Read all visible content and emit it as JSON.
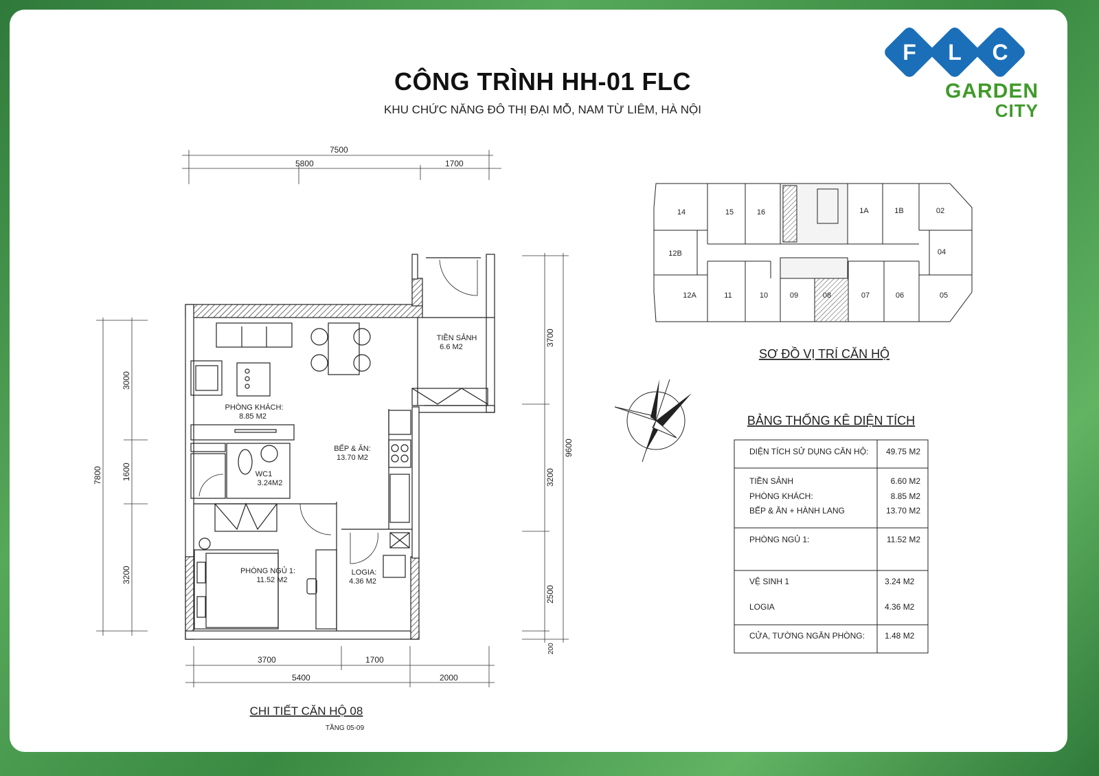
{
  "header": {
    "title": "CÔNG TRÌNH HH-01 FLC",
    "subtitle": "KHU CHỨC NĂNG ĐÔ THỊ ĐẠI MỖ, NAM TỪ LIÊM, HÀ NỘI"
  },
  "logo": {
    "letters": [
      "F",
      "L",
      "C"
    ],
    "line1": "GARDEN",
    "line2": "CITY",
    "blue": "#1b6fb8",
    "green": "#3f9a2a"
  },
  "plan": {
    "title": "CHI TIẾT CĂN HỘ 08",
    "floor": "TẦNG 05-09",
    "dims_top": {
      "total": "7500",
      "a": "5800",
      "b": "1700"
    },
    "dims_bottom": {
      "a": "3700",
      "b": "1700",
      "c": "5400",
      "d": "2000"
    },
    "dims_left": {
      "total": "7800",
      "a": "3000",
      "b": "1600",
      "c": "3200"
    },
    "dims_right": {
      "total": "9600",
      "a": "3700",
      "b": "3200",
      "c": "2500",
      "d": "200"
    },
    "rooms": [
      {
        "name": "TIỀN SẢNH",
        "area": "6.6 M2"
      },
      {
        "name": "PHÒNG KHÁCH:",
        "area": "8.85 M2"
      },
      {
        "name": "BẾP & ĂN:",
        "area": "13.70 M2"
      },
      {
        "name": "WC1",
        "area": "3.24M2"
      },
      {
        "name": "PHÒNG NGỦ 1:",
        "area": "11.52 M2"
      },
      {
        "name": "LOGIA:",
        "area": "4.36 M2"
      }
    ]
  },
  "site": {
    "title": "SƠ ĐỒ VỊ TRÍ CĂN HỘ",
    "units_top": [
      "14",
      "15",
      "16",
      "1A",
      "1B",
      "02"
    ],
    "units_mid": [
      "12B",
      "04"
    ],
    "units_bottom": [
      "12A",
      "11",
      "10",
      "09",
      "08",
      "07",
      "06",
      "05"
    ],
    "highlight": "08"
  },
  "table": {
    "title": "BẢNG THỐNG KÊ DIỆN TÍCH",
    "rows": [
      {
        "label": "DIỆN TÍCH SỬ DỤNG CĂN HỘ:",
        "value": "49.75 M2"
      },
      {
        "label": "TIỀN SẢNH",
        "value": "6.60 M2"
      },
      {
        "label": "PHÒNG KHÁCH:",
        "value": "8.85 M2"
      },
      {
        "label": "BẾP & ĂN + HÀNH LANG",
        "value": "13.70 M2"
      },
      {
        "label": "PHÒNG NGỦ 1:",
        "value": "11.52 M2"
      },
      {
        "label": "VỆ SINH 1",
        "value": "3.24 M2"
      },
      {
        "label": "LOGIA",
        "value": "4.36 M2"
      },
      {
        "label": "CỬA, TƯỜNG NGĂN PHÒNG:",
        "value": "1.48 M2"
      }
    ]
  }
}
